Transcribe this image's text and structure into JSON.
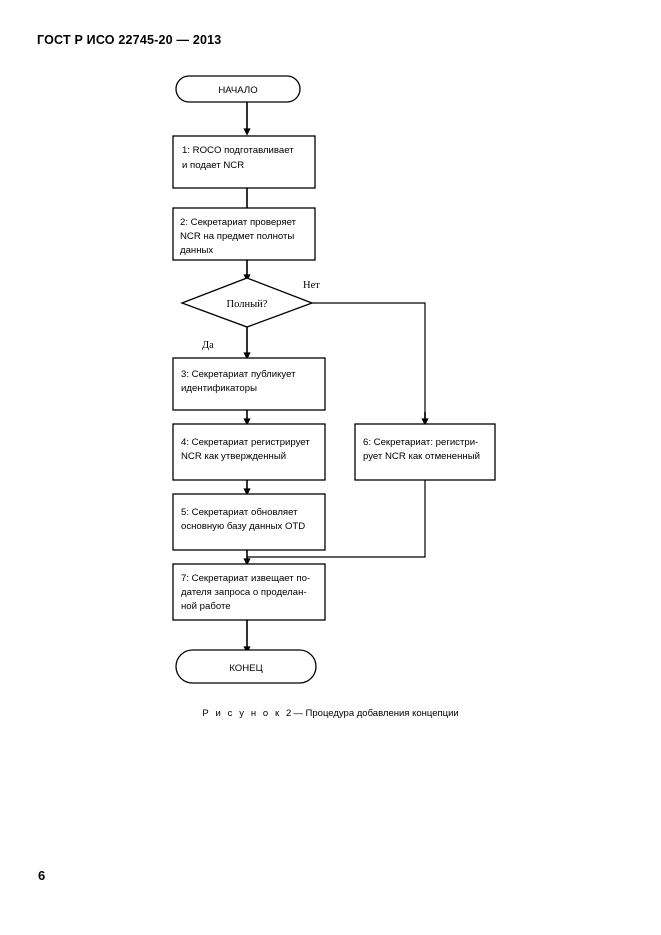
{
  "document": {
    "header": "ГОСТ Р ИСО 22745-20 — 2013",
    "page_number": "6"
  },
  "figure": {
    "caption_lead": "Р и с у н о к  2",
    "caption_dash": "—",
    "caption_title": "Процедура добавления концепции",
    "colors": {
      "stroke": "#000000",
      "fill": "#ffffff",
      "text": "#000000"
    },
    "nodes": {
      "start": {
        "type": "terminator",
        "label": "НАЧАЛО"
      },
      "step1": {
        "type": "process",
        "lines": [
          "1: ROCO подготавливает",
          "и подает NCR"
        ]
      },
      "step2": {
        "type": "process",
        "lines": [
          "2: Секретариат проверяет",
          "NCR на предмет полноты",
          "данных"
        ]
      },
      "decision": {
        "type": "decision",
        "label": "Полный?",
        "branch_yes": "Да",
        "branch_no": "Нет"
      },
      "step3": {
        "type": "process",
        "lines": [
          "3: Секретариат публикует",
          "идентификаторы"
        ]
      },
      "step4": {
        "type": "process",
        "lines": [
          "4: Секретариат регистрирует",
          "NCR как утвержденный"
        ]
      },
      "step6": {
        "type": "process",
        "lines": [
          "6: Секретариат: регистри-",
          "рует NCR как отмененный"
        ]
      },
      "step5": {
        "type": "process",
        "lines": [
          "5: Секретариат обновляет",
          "основную базу данных OTD"
        ]
      },
      "step7": {
        "type": "process",
        "lines": [
          "7: Секретариат извещает по-",
          "дателя запроса о проделан-",
          "ной работе"
        ]
      },
      "end": {
        "type": "terminator",
        "label": "КОНЕЦ"
      }
    }
  }
}
